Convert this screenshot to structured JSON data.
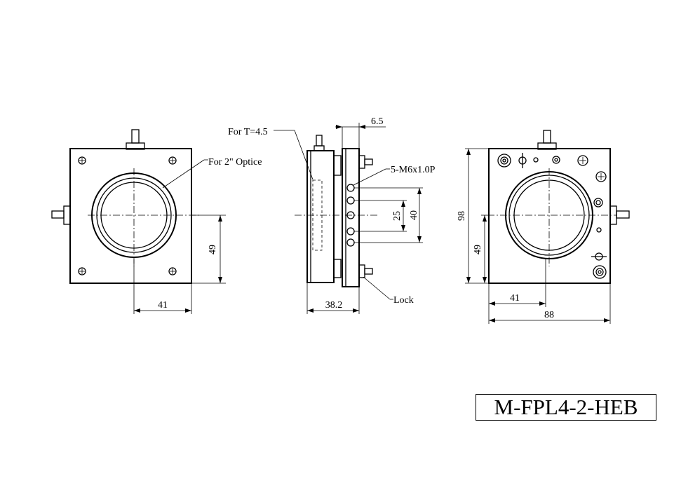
{
  "labels": {
    "for_thickness": "For T=4.5",
    "for_optic": "For 2\" Optice",
    "dim_6_5": "6.5",
    "thread": "5-M6x1.0P",
    "dim_25": "25",
    "dim_40": "40",
    "dim_49_front": "49",
    "dim_41_front": "41",
    "dim_38_2": "38.2",
    "lock": "Lock",
    "dim_98": "98",
    "dim_49_back": "49",
    "dim_41_back": "41",
    "dim_88": "88"
  },
  "model_number": "M-FPL4-2-HEB"
}
